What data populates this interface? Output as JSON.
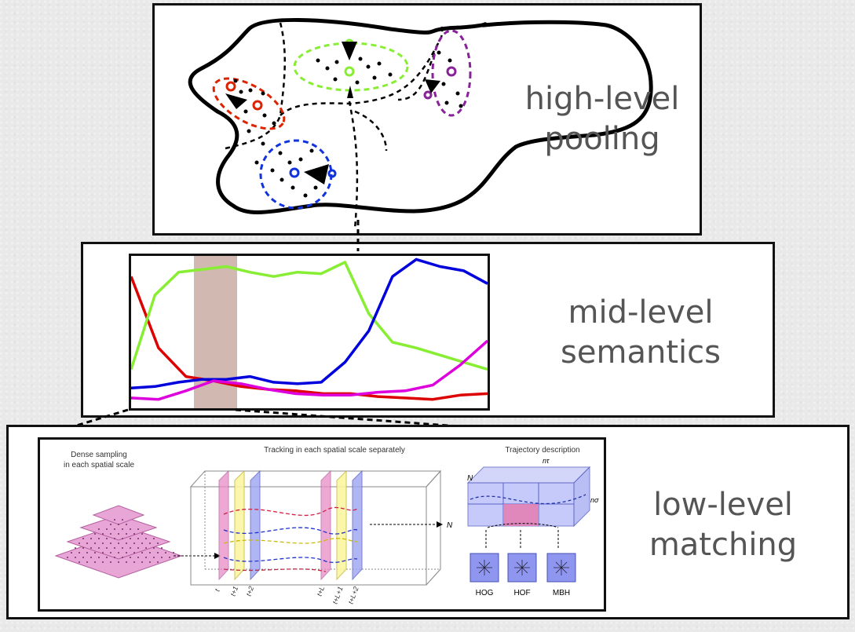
{
  "levels": {
    "high": {
      "line1": "high-level",
      "line2": "pooling"
    },
    "mid": {
      "line1": "mid-level",
      "line2": "semantics"
    },
    "low": {
      "line1": "low-level",
      "line2": "matching"
    }
  },
  "mid_chart": {
    "series": [
      {
        "color": "#dd0000",
        "values": [
          0.9,
          0.4,
          0.2,
          0.17,
          0.13,
          0.11,
          0.1,
          0.08,
          0.08,
          0.06,
          0.05,
          0.04,
          0.07,
          0.08
        ]
      },
      {
        "color": "#88ee33",
        "values": [
          0.25,
          0.77,
          0.93,
          0.95,
          0.97,
          0.93,
          0.9,
          0.93,
          0.92,
          1.0,
          0.64,
          0.44,
          0.4,
          0.35,
          0.3,
          0.25
        ]
      },
      {
        "color": "#0000dd",
        "values": [
          0.12,
          0.13,
          0.16,
          0.18,
          0.18,
          0.2,
          0.16,
          0.15,
          0.16,
          0.3,
          0.52,
          0.9,
          1.02,
          0.97,
          0.94,
          0.85
        ]
      },
      {
        "color": "#dd00dd",
        "values": [
          0.05,
          0.04,
          0.1,
          0.17,
          0.15,
          0.11,
          0.08,
          0.07,
          0.07,
          0.09,
          0.1,
          0.14,
          0.28,
          0.45
        ]
      }
    ],
    "highlight_color": "#c9aba2"
  },
  "low_figure": {
    "dense_sampling": "Dense sampling\nin each spatial scale",
    "tracking": "Tracking in each spatial scale separately",
    "trajectory": "Trajectory description",
    "descriptors": [
      "HOG",
      "HOF",
      "MBH"
    ],
    "time_labels": [
      "t",
      "t+1",
      "t+2",
      "t+L",
      "t+L+1",
      "t+L+2"
    ],
    "n_label": "N",
    "n_sigma": "nσ",
    "n_tau": "nτ"
  },
  "colors": {
    "red": "#dd2200",
    "green": "#88ee33",
    "blue": "#1133dd",
    "purple": "#882299"
  }
}
